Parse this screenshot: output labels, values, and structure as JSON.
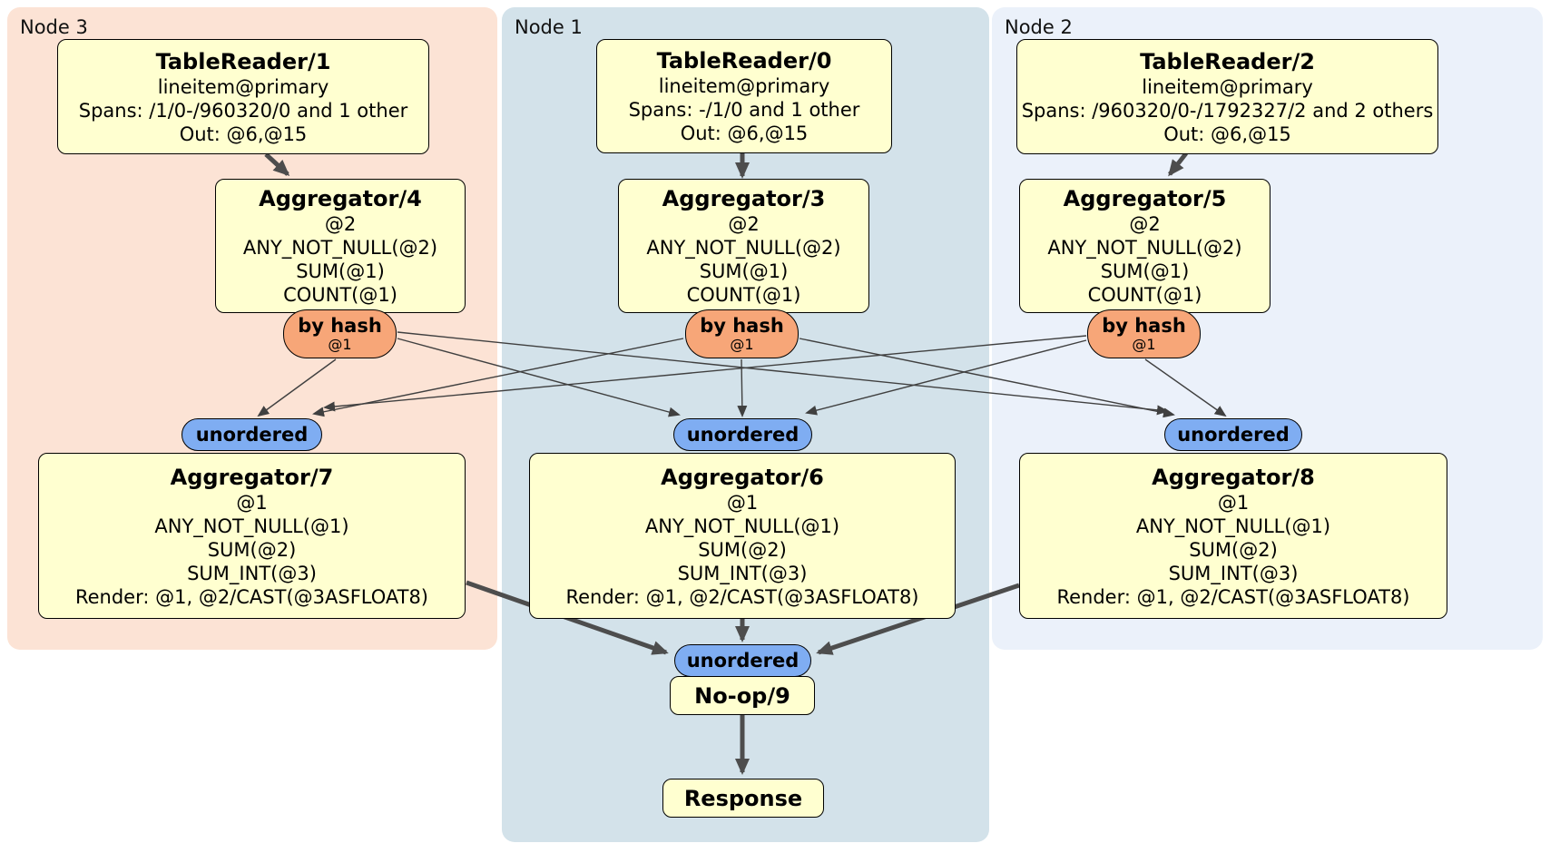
{
  "panels": {
    "node3": {
      "label": "Node 3"
    },
    "node1": {
      "label": "Node 1"
    },
    "node2": {
      "label": "Node 2"
    }
  },
  "processors": {
    "tr1": {
      "title": "TableReader/1",
      "lines": [
        "lineitem@primary",
        "Spans: /1/0-/960320/0 and 1 other",
        "Out: @6,@15"
      ]
    },
    "tr0": {
      "title": "TableReader/0",
      "lines": [
        "lineitem@primary",
        "Spans: -/1/0 and 1 other",
        "Out: @6,@15"
      ]
    },
    "tr2": {
      "title": "TableReader/2",
      "lines": [
        "lineitem@primary",
        "Spans: /960320/0-/1792327/2 and 2 others",
        "Out: @6,@15"
      ]
    },
    "agg4": {
      "title": "Aggregator/4",
      "lines": [
        "@2",
        "ANY_NOT_NULL(@2)",
        "SUM(@1)",
        "COUNT(@1)"
      ]
    },
    "agg3": {
      "title": "Aggregator/3",
      "lines": [
        "@2",
        "ANY_NOT_NULL(@2)",
        "SUM(@1)",
        "COUNT(@1)"
      ]
    },
    "agg5": {
      "title": "Aggregator/5",
      "lines": [
        "@2",
        "ANY_NOT_NULL(@2)",
        "SUM(@1)",
        "COUNT(@1)"
      ]
    },
    "agg7": {
      "title": "Aggregator/7",
      "lines": [
        "@1",
        "ANY_NOT_NULL(@1)",
        "SUM(@2)",
        "SUM_INT(@3)",
        "Render: @1, @2/CAST(@3ASFLOAT8)"
      ]
    },
    "agg6": {
      "title": "Aggregator/6",
      "lines": [
        "@1",
        "ANY_NOT_NULL(@1)",
        "SUM(@2)",
        "SUM_INT(@3)",
        "Render: @1, @2/CAST(@3ASFLOAT8)"
      ]
    },
    "agg8": {
      "title": "Aggregator/8",
      "lines": [
        "@1",
        "ANY_NOT_NULL(@1)",
        "SUM(@2)",
        "SUM_INT(@3)",
        "Render: @1, @2/CAST(@3ASFLOAT8)"
      ]
    },
    "noop": {
      "title": "No-op/9"
    },
    "response": {
      "title": "Response"
    }
  },
  "routers": {
    "byhash3": {
      "label": "by hash",
      "detail": "@1"
    },
    "byhash1": {
      "label": "by hash",
      "detail": "@1"
    },
    "byhash2": {
      "label": "by hash",
      "detail": "@1"
    }
  },
  "streams": {
    "left": {
      "label": "unordered"
    },
    "center": {
      "label": "unordered"
    },
    "right": {
      "label": "unordered"
    },
    "bottom": {
      "label": "unordered"
    }
  },
  "colors": {
    "panel_node3": "#fce3d5",
    "panel_node1": "#d3e2ea",
    "panel_node2": "#ebf1fa",
    "processor_fill": "#ffffd0",
    "hash_router_fill": "#f7a678",
    "stream_fill": "#7fadf2",
    "edge_thick": "#4d4d4d",
    "edge_thin": "#404040"
  }
}
